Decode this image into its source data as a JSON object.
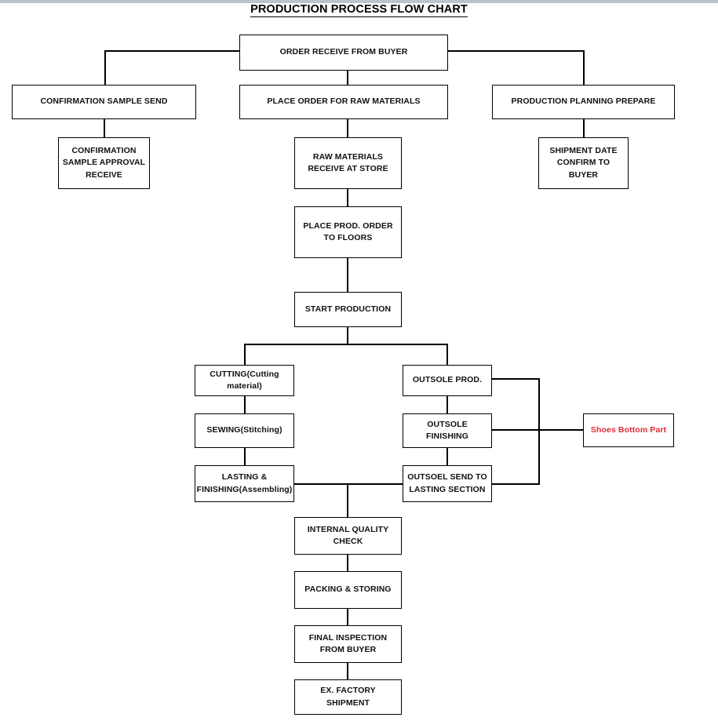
{
  "page": {
    "title": "PRODUCTION PROCESS FLOW CHART",
    "accent_red": "#e02a32",
    "line_color": "#000000",
    "background": "#ffffff",
    "top_strip_color": "#b9c5cd"
  },
  "nodes": {
    "order_receive": "ORDER RECEIVE FROM BUYER",
    "confirmation_sample_send": "CONFIRMATION SAMPLE SEND",
    "confirmation_sample_approval": "CONFIRMATION SAMPLE APPROVAL RECEIVE",
    "place_order_raw": "PLACE ORDER FOR RAW MATERIALS",
    "raw_materials_receive": "RAW MATERIALS RECEIVE AT STORE",
    "place_prod_order": "PLACE PROD. ORDER TO FLOORS",
    "production_planning": "PRODUCTION PLANNING PREPARE",
    "shipment_date_confirm": "SHIPMENT DATE CONFIRM TO BUYER",
    "start_production": "START PRODUCTION",
    "cutting": "CUTTING(Cutting material)",
    "sewing": "SEWING(Stitching)",
    "lasting_finishing": "LASTING & FINISHING(Assembling)",
    "outsole_prod": "OUTSOLE PROD.",
    "outsole_finishing": "OUTSOLE FINISHING",
    "outsole_send_lasting": "OUTSOEL SEND TO LASTING SECTION",
    "shoes_bottom_part": "Shoes Bottom Part",
    "internal_quality_check": "INTERNAL QUALITY CHECK",
    "packing_storing": "PACKING & STORING",
    "final_inspection": "FINAL INSPECTION FROM BUYER",
    "ex_factory_shipment": "EX. FACTORY SHIPMENT"
  },
  "chart_data": {
    "type": "diagram",
    "title": "PRODUCTION PROCESS FLOW CHART",
    "orientation": "top-down",
    "steps": [
      "ORDER RECEIVE FROM BUYER",
      "CONFIRMATION SAMPLE SEND",
      "CONFIRMATION SAMPLE APPROVAL RECEIVE",
      "PLACE ORDER FOR RAW MATERIALS",
      "RAW MATERIALS RECEIVE AT STORE",
      "PLACE PROD. ORDER TO FLOORS",
      "PRODUCTION PLANNING PREPARE",
      "SHIPMENT DATE CONFIRM TO BUYER",
      "START PRODUCTION",
      "CUTTING(Cutting material)",
      "SEWING(Stitching)",
      "LASTING & FINISHING(Assembling)",
      "OUTSOLE PROD.",
      "OUTSOLE FINISHING",
      "OUTSOEL SEND TO LASTING SECTION",
      "Shoes Bottom Part",
      "INTERNAL QUALITY CHECK",
      "PACKING & STORING",
      "FINAL INSPECTION FROM BUYER",
      "EX. FACTORY SHIPMENT"
    ],
    "edges": [
      [
        "ORDER RECEIVE FROM BUYER",
        "CONFIRMATION SAMPLE SEND"
      ],
      [
        "ORDER RECEIVE FROM BUYER",
        "PLACE ORDER FOR RAW MATERIALS"
      ],
      [
        "ORDER RECEIVE FROM BUYER",
        "PRODUCTION PLANNING PREPARE"
      ],
      [
        "CONFIRMATION SAMPLE SEND",
        "CONFIRMATION SAMPLE APPROVAL RECEIVE"
      ],
      [
        "PLACE ORDER FOR RAW MATERIALS",
        "RAW MATERIALS RECEIVE AT STORE"
      ],
      [
        "RAW MATERIALS RECEIVE AT STORE",
        "PLACE PROD. ORDER TO FLOORS"
      ],
      [
        "PLACE PROD. ORDER TO FLOORS",
        "START PRODUCTION"
      ],
      [
        "PRODUCTION PLANNING PREPARE",
        "SHIPMENT DATE CONFIRM TO BUYER"
      ],
      [
        "START PRODUCTION",
        "CUTTING(Cutting material)"
      ],
      [
        "START PRODUCTION",
        "OUTSOLE PROD."
      ],
      [
        "CUTTING(Cutting material)",
        "SEWING(Stitching)"
      ],
      [
        "SEWING(Stitching)",
        "LASTING & FINISHING(Assembling)"
      ],
      [
        "OUTSOLE PROD.",
        "OUTSOLE FINISHING"
      ],
      [
        "OUTSOLE FINISHING",
        "OUTSOEL SEND TO LASTING SECTION"
      ],
      [
        "OUTSOLE PROD.",
        "Shoes Bottom Part"
      ],
      [
        "OUTSOLE FINISHING",
        "Shoes Bottom Part"
      ],
      [
        "OUTSOEL SEND TO LASTING SECTION",
        "Shoes Bottom Part"
      ],
      [
        "LASTING & FINISHING(Assembling)",
        "INTERNAL QUALITY CHECK"
      ],
      [
        "OUTSOEL SEND TO LASTING SECTION",
        "INTERNAL QUALITY CHECK"
      ],
      [
        "INTERNAL QUALITY CHECK",
        "PACKING & STORING"
      ],
      [
        "PACKING & STORING",
        "FINAL INSPECTION FROM BUYER"
      ],
      [
        "FINAL INSPECTION FROM BUYER",
        "EX. FACTORY SHIPMENT"
      ]
    ]
  }
}
